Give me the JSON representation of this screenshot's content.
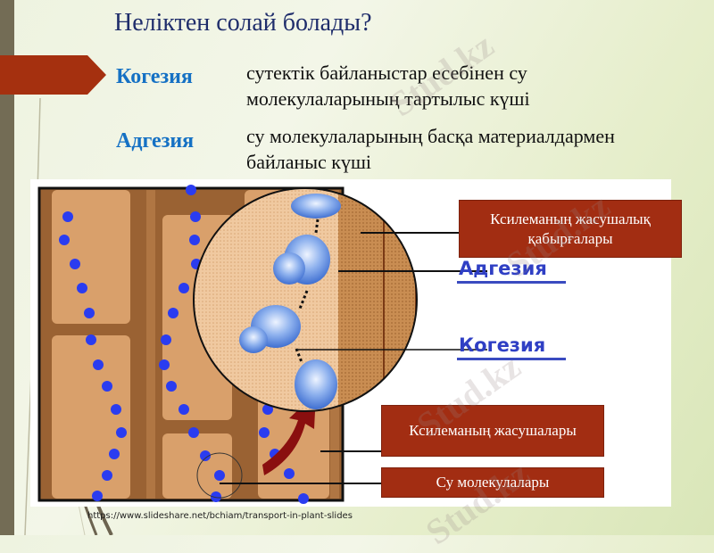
{
  "slide": {
    "title": "Неліктен солай болады?",
    "terms": [
      {
        "term": "Когезия",
        "definition_lines": [
          "сутектік байланыстар есебінен су",
          "молекулаларының тартылыс күші"
        ]
      },
      {
        "term": "Адгезия",
        "definition_lines": [
          "су молекулаларының басқа материалдармен",
          "байланыс күші"
        ]
      }
    ]
  },
  "diagram": {
    "labels": {
      "xylem_walls": [
        "Ксилеманың жасушалық",
        "қабырғалары"
      ],
      "adhesion": "Адгезия",
      "cohesion": "Когезия",
      "xylem_cells": "Ксилеманың жасушалары",
      "water_molecules": "Су молекулалары"
    }
  },
  "source": "https://www.slideshare.net/bchiam/transport-in-plant-slides",
  "watermark": "Stud.kz",
  "colors": {
    "accent_red": "#a5300f",
    "label_box": "#a22d12",
    "title": "#1f2d6b",
    "term": "#1571c4",
    "blue_label": "#2f3fc4",
    "water_dot": "#2a3cf0",
    "cell_fill": "#d9a06b",
    "wall_fill": "#9a6233"
  }
}
